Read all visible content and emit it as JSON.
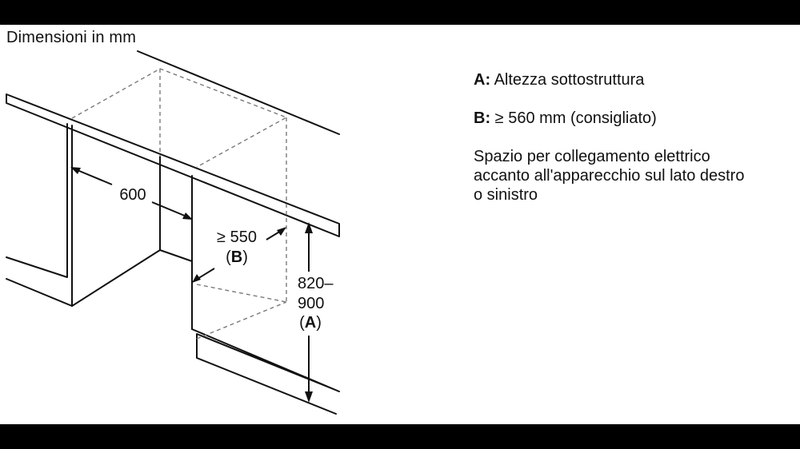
{
  "units_caption": "Dimensioni in mm",
  "diagram": {
    "width_label": "600",
    "depth_label": "≥ 550",
    "depth_ref": "B",
    "height_label_top": "820–",
    "height_label_bottom": "900",
    "height_ref": "A"
  },
  "legend": {
    "items": [
      {
        "key": "A:",
        "text": " Altezza sottostruttura"
      },
      {
        "key": "B:",
        "text": " ≥ 560 mm (consigliato)"
      }
    ],
    "note_lines": [
      "Spazio per collegamento elettrico",
      "accanto all'apparecchio sul lato destro",
      "o sinistro"
    ]
  }
}
